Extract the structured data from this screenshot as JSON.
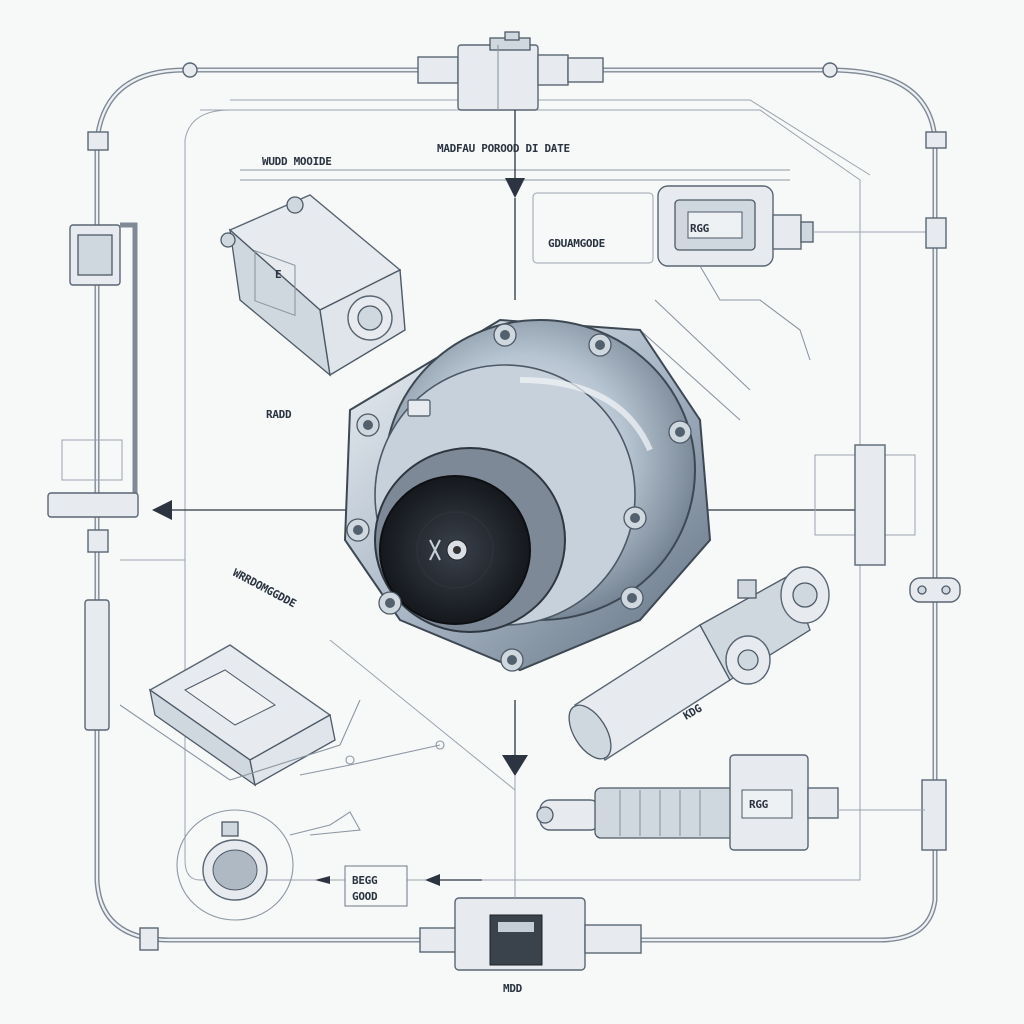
{
  "labels": {
    "top_center": "MADFAU POROOD DI DATE",
    "top_left": "WUDD MOOIDE",
    "right_panel": "GDUAMGODE",
    "center_left": "RADD",
    "diagonal": "WRRDOMGGDDE",
    "lower_center_box_line1": "BEGG",
    "lower_center_box_line2": "GOOD",
    "bottom_center": "MDD",
    "sensor_right": "RGG",
    "small_right_tag": "KDG"
  },
  "colors": {
    "background": "#f7f8f8",
    "line": "#2b3440",
    "pipe": "#7f8a96",
    "metal": "#9fb0c2",
    "dark_face": "#1d2127"
  }
}
